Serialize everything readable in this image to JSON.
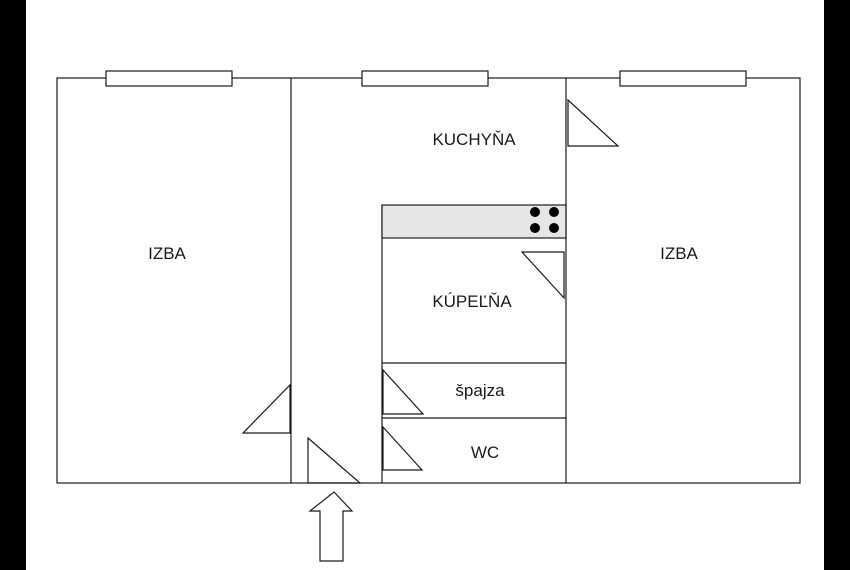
{
  "rooms": {
    "left_room": "IZBA",
    "kitchen": "KUCHYŇA",
    "right_room": "IZBA",
    "bathroom": "KÚPEĽŇA",
    "pantry": "špajza",
    "wc": "WC"
  },
  "colors": {
    "background": "#000000",
    "sheet": "#ffffff",
    "line": "#1a1a1a",
    "counter": "#e6e6e6",
    "stove_burner": "#000000"
  },
  "icons": [
    "window-icon",
    "door-swing-icon",
    "stove-burner-icon",
    "entrance-arrow-icon"
  ]
}
